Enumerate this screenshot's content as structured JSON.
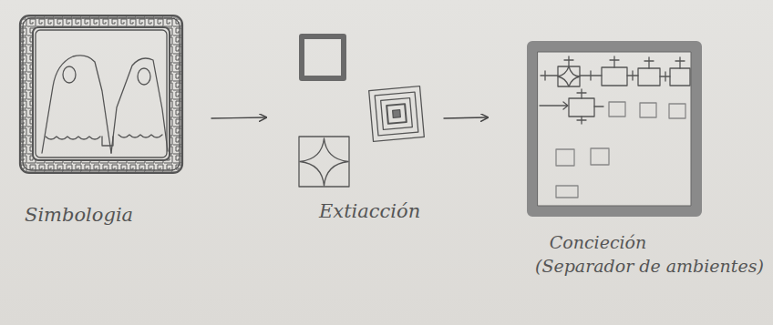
{
  "diagram": {
    "nodes": [
      {
        "text": [
          "Simbologia"
        ]
      },
      {
        "text": [
          "Extiacción"
        ]
      },
      {
        "text": [
          "Concieción",
          "(Separador de ambientes)"
        ]
      }
    ],
    "edges": [
      {
        "from": 0,
        "to": 1,
        "arrow": "to"
      },
      {
        "from": 1,
        "to": 2,
        "arrow": "to"
      }
    ]
  }
}
